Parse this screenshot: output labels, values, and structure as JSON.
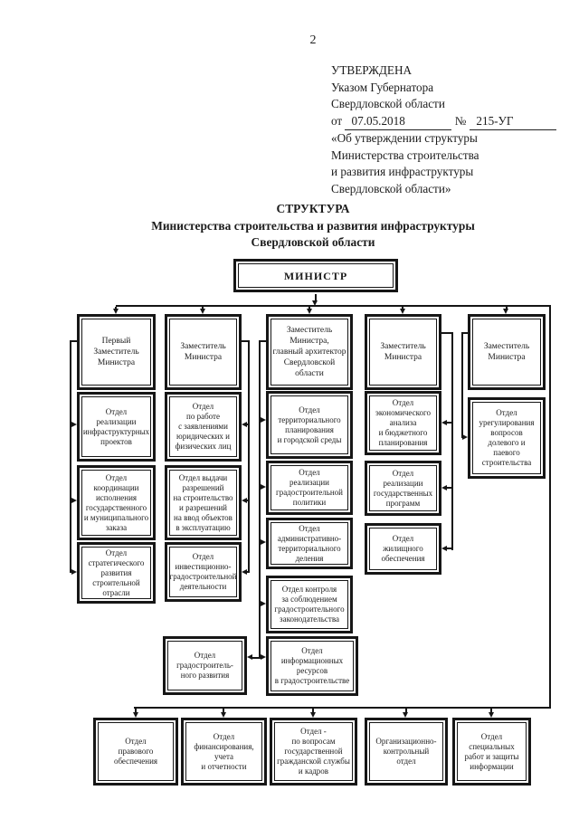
{
  "page": {
    "number": "2",
    "approval": {
      "line1": "УТВЕРЖДЕНА",
      "line2": "Указом Губернатора",
      "line3": "Свердловской области",
      "from_label": "от",
      "date": "07.05.2018",
      "number_sign": "№",
      "doc_number": "215-УГ",
      "quote1": "«Об утверждении структуры",
      "quote2": "Министерства строительства",
      "quote3": "и развития инфраструктуры",
      "quote4": "Свердловской области»"
    },
    "title": {
      "line1": "СТРУКТУРА",
      "line2": "Министерства строительства и развития инфраструктуры",
      "line3": "Свердловской области"
    }
  },
  "org": {
    "minister": "МИНИСТР",
    "deputies": [
      "Первый\nЗаместитель\nМинистра",
      "Заместитель\nМинистра",
      "Заместитель\nМинистра,\nглавный архитектор\nСвердловской\nобласти",
      "Заместитель\nМинистра",
      "Заместитель\nМинистра"
    ],
    "col1": [
      "Отдел\nреализации\nинфраструктурных\nпроектов",
      "Отдел\nкоординации\nисполнения\nгосударственного\nи муниципального\nзаказа",
      "Отдел\nстратегического\nразвития\nстроительной\nотрасли"
    ],
    "col2": [
      "Отдел\nпо работе\nс заявлениями\nюридических и\nфизических лиц",
      "Отдел выдачи\nразрешений\nна строительство\nи разрешений\nна ввод объектов\nв эксплуатацию",
      "Отдел\nинвестиционно-\nградостроительной\nдеятельности",
      "Отдел\nградостроитель-\nного развития"
    ],
    "col3": [
      "Отдел\nтерриториального\nпланирования\nи городской среды",
      "Отдел\nреализации\nградостроительной\nполитики",
      "Отдел\nадминистративно-\nтерриториального\nделения",
      "Отдел контроля\nза соблюдением\nградостроительного\nзаконодательства",
      "Отдел\nинформационных\nресурсов\nв градостроительстве"
    ],
    "col4": [
      "Отдел\nэкономического\nанализа\nи бюджетного\nпланирования",
      "Отдел\nреализации\nгосударственных\nпрограмм",
      "Отдел\nжилищного\nобеспечения"
    ],
    "col5": [
      "Отдел\nурегулирования\nвопросов\nдолевого и\nпаевого\nстроительства"
    ],
    "bottom": [
      "Отдел\nправового\nобеспечения",
      "Отдел\nфинансирования,\nучета\nи отчетности",
      "Отдел -\nпо вопросам\nгосударственной\nгражданской службы\nи кадров",
      "Организационно-\nконтрольный\nотдел",
      "Отдел\nспециальных\nработ и защиты\nинформации"
    ]
  }
}
